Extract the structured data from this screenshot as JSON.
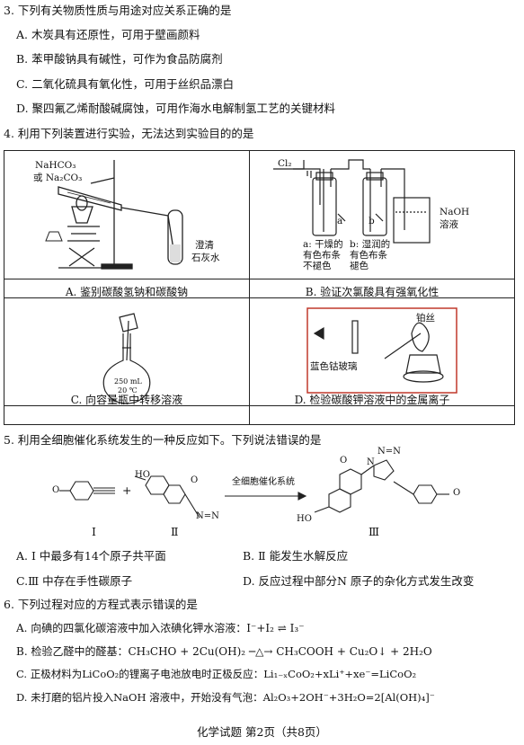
{
  "q3": {
    "stem": "3. 下列有关物质性质与用途对应关系正确的是",
    "options": [
      "A. 木炭具有还原性，可用于壁画颜料",
      "B. 苯甲酸钠具有碱性，可作为食品防腐剂",
      "C. 二氧化硫具有氧化性，可用于丝织品漂白",
      "D. 聚四氟乙烯耐酸碱腐蚀，可用作海水电解制氢工艺的关键材料"
    ]
  },
  "q4": {
    "stem": "4. 利用下列装置进行实验，无法达到实验目的的是",
    "figA": {
      "label1": "NaHCO₃",
      "label2": "或 Na₂CO₃",
      "label3": "澄清",
      "label4": "石灰水",
      "caption": "A. 鉴别碳酸氢钠和碳酸钠"
    },
    "figB": {
      "cl2": "Cl₂",
      "a": "a",
      "b": "b",
      "naoh": "NaOH",
      "naoh2": "溶液",
      "note_a": "a: 干燥的\n有色布条\n不褪色",
      "note_b": "b: 湿润的\n有色布条\n褪色",
      "caption": "B. 验证次氯酸具有强氧化性"
    },
    "figC": {
      "flask1": "250 mL",
      "flask2": "20 ℃",
      "caption": "C. 向容量瓶中转移溶液"
    },
    "figD": {
      "wire": "铂丝",
      "glass": "蓝色钴玻璃",
      "caption": "D. 检验碳酸钾溶液中的金属离子"
    }
  },
  "q5": {
    "stem": "5. 利用全细胞催化系统发生的一种反应如下。下列说法错误的是",
    "reaction": {
      "plus": "+",
      "arrow": "全细胞催化系统",
      "I": "Ⅰ",
      "II": "Ⅱ",
      "III": "Ⅲ",
      "HO": "HO",
      "O": "O",
      "N1": "N",
      "N2": "N=N",
      "OH": "HO"
    },
    "options": [
      "A. Ⅰ 中最多有14个原子共平面",
      "B. Ⅱ 能发生水解反应",
      "C.Ⅲ 中存在手性碳原子",
      "D. 反应过程中部分N 原子的杂化方式发生改变"
    ]
  },
  "q6": {
    "stem": "6. 下列过程对应的方程式表示错误的是",
    "options": [
      "A. 向碘的四氯化碳溶液中加入浓碘化钾水溶液：I⁻+I₂ ⇌ I₃⁻",
      "B. 检验乙醛中的醛基：CH₃CHO + 2Cu(OH)₂ ─△→ CH₃COOH + Cu₂O↓ + 2H₂O",
      "C. 正极材料为LiCoO₂的锂离子电池放电时正极反应：Li₁₋ₓCoO₂+xLi⁺+xe⁻=LiCoO₂",
      "D. 未打磨的铝片投入NaOH 溶液中，开始没有气泡：Al₂O₃+2OH⁻+3H₂O=2[Al(OH)₄]⁻"
    ]
  },
  "footer": "化学试题   第2页（共8页）"
}
